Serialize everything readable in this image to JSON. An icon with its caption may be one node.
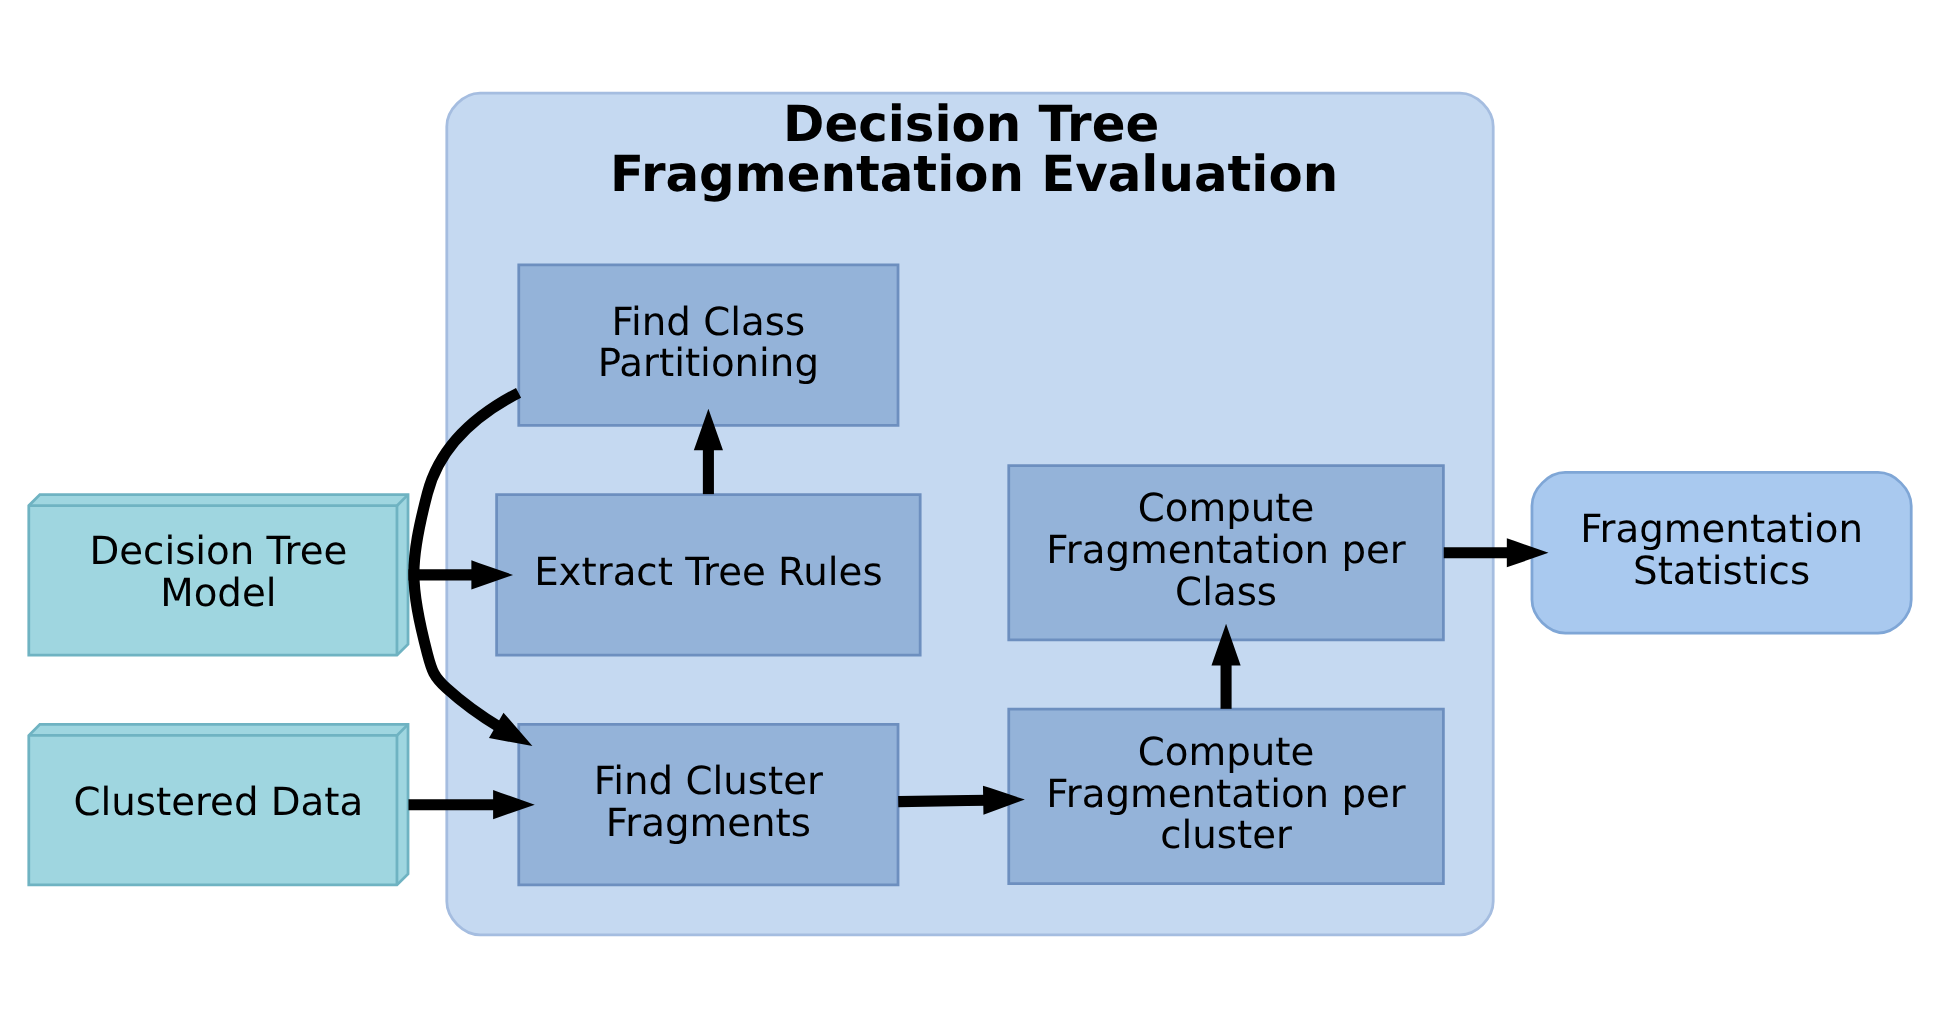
{
  "diagram": {
    "nodes": [
      {
        "text": [
          "Decision Tree Model"
        ]
      },
      {
        "text": [
          "Decision Tree Fragmentation Evaluation"
        ]
      },
      {
        "text": [
          "Extract Tree Rules"
        ],
        "in": 1
      },
      {
        "text": [
          "Find Class Partitioning"
        ],
        "in": 1
      },
      {
        "text": [
          "Find Cluster Fragments"
        ],
        "in": 1
      },
      {
        "text": [
          "Compute Fragmentation per Class"
        ],
        "in": 1
      },
      {
        "text": [
          "Compute Fragmentation per cluster"
        ],
        "in": 1
      },
      {
        "text": [
          "Fragmentation Statistics"
        ]
      },
      {
        "text": [
          "Clustered Data"
        ]
      }
    ],
    "edges": [
      {
        "from": 0,
        "to": 2,
        "arrow": "to"
      },
      {
        "from": 2,
        "to": 3,
        "arrow": "to"
      },
      {
        "from": 3,
        "to": 4,
        "arrow": "to"
      },
      {
        "from": 8,
        "to": 4,
        "arrow": "to"
      },
      {
        "from": 4,
        "to": 6,
        "arrow": "to"
      },
      {
        "from": 6,
        "to": 5,
        "arrow": "to"
      },
      {
        "from": 5,
        "to": 7,
        "arrow": "to"
      }
    ]
  }
}
